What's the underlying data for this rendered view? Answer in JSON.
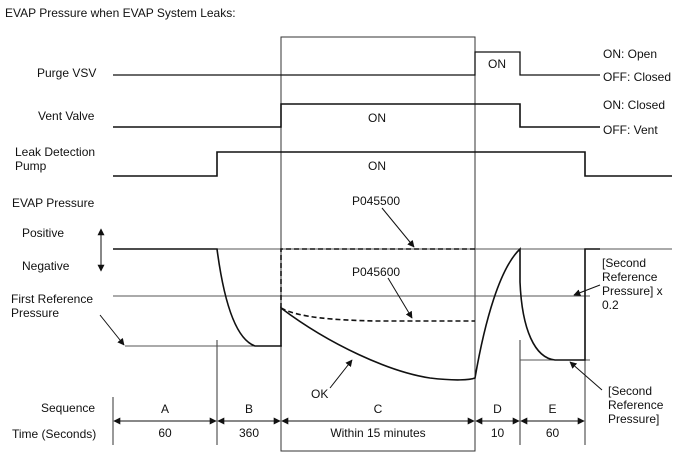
{
  "title": "EVAP Pressure when EVAP System Leaks:",
  "rows": {
    "purge_vsv": "Purge VSV",
    "vent_valve": "Vent Valve",
    "leak_detection_pump": "Leak Detection\nPump",
    "evap_pressure": "EVAP Pressure",
    "positive": "Positive",
    "negative": "Negative",
    "first_reference_pressure": "First Reference\nPressure",
    "sequence": "Sequence",
    "time": "Time (Seconds)"
  },
  "states": {
    "purge_on": "ON: Open",
    "purge_off": "OFF: Closed",
    "vent_on": "ON: Closed",
    "vent_off": "OFF: Vent",
    "purge_pulse": "ON",
    "vent_pulse": "ON",
    "pump_pulse": "ON"
  },
  "annotations": {
    "p045500": "P045500",
    "p045600": "P045600",
    "ok": "OK",
    "second_ref_x02": "[Second\nReference\nPressure] x\n0.2",
    "second_ref": "[Second\nReference\nPressure]"
  },
  "sequence": [
    {
      "label": "A",
      "time": "60"
    },
    {
      "label": "B",
      "time": "360"
    },
    {
      "label": "C",
      "time": "Within 15 minutes"
    },
    {
      "label": "D",
      "time": "10"
    },
    {
      "label": "E",
      "time": "60"
    }
  ]
}
